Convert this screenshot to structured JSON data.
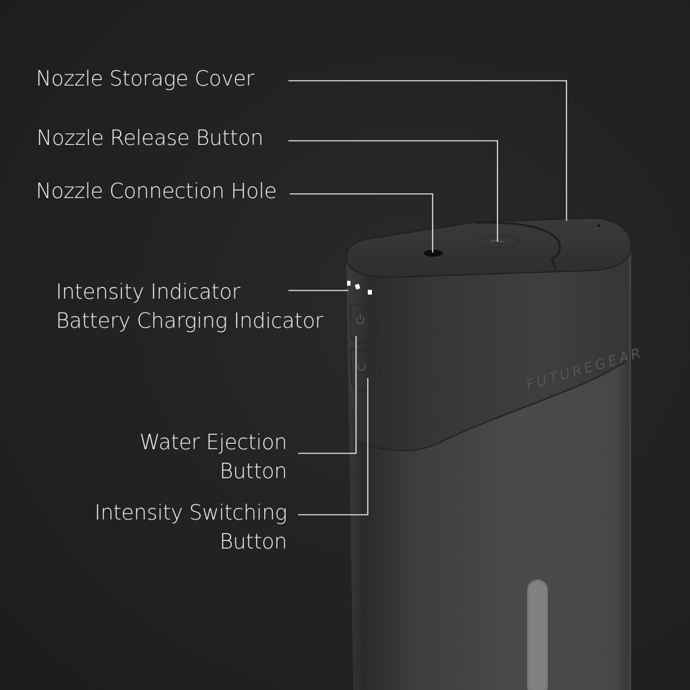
{
  "product": {
    "brand_text": "FUTUREGEAR",
    "colors": {
      "background": "#212121",
      "device_body": "#464646",
      "device_shadow": "#2a2a2a",
      "label_text": "#f4f4f4",
      "leader_line": "#e6e6e6",
      "indicator_led": "#ffffff"
    }
  },
  "callouts": {
    "nozzle_storage_cover": "Nozzle Storage Cover",
    "nozzle_release_button": "Nozzle Release Button",
    "nozzle_connection_hole": "Nozzle Connection Hole",
    "intensity_indicator": "Intensity Indicator",
    "battery_charging_indicator": "Battery Charging Indicator",
    "water_ejection_button_line1": "Water Ejection",
    "water_ejection_button_line2": "Button",
    "intensity_switching_button_line1": "Intensity Switching",
    "intensity_switching_button_line2": "Button"
  }
}
